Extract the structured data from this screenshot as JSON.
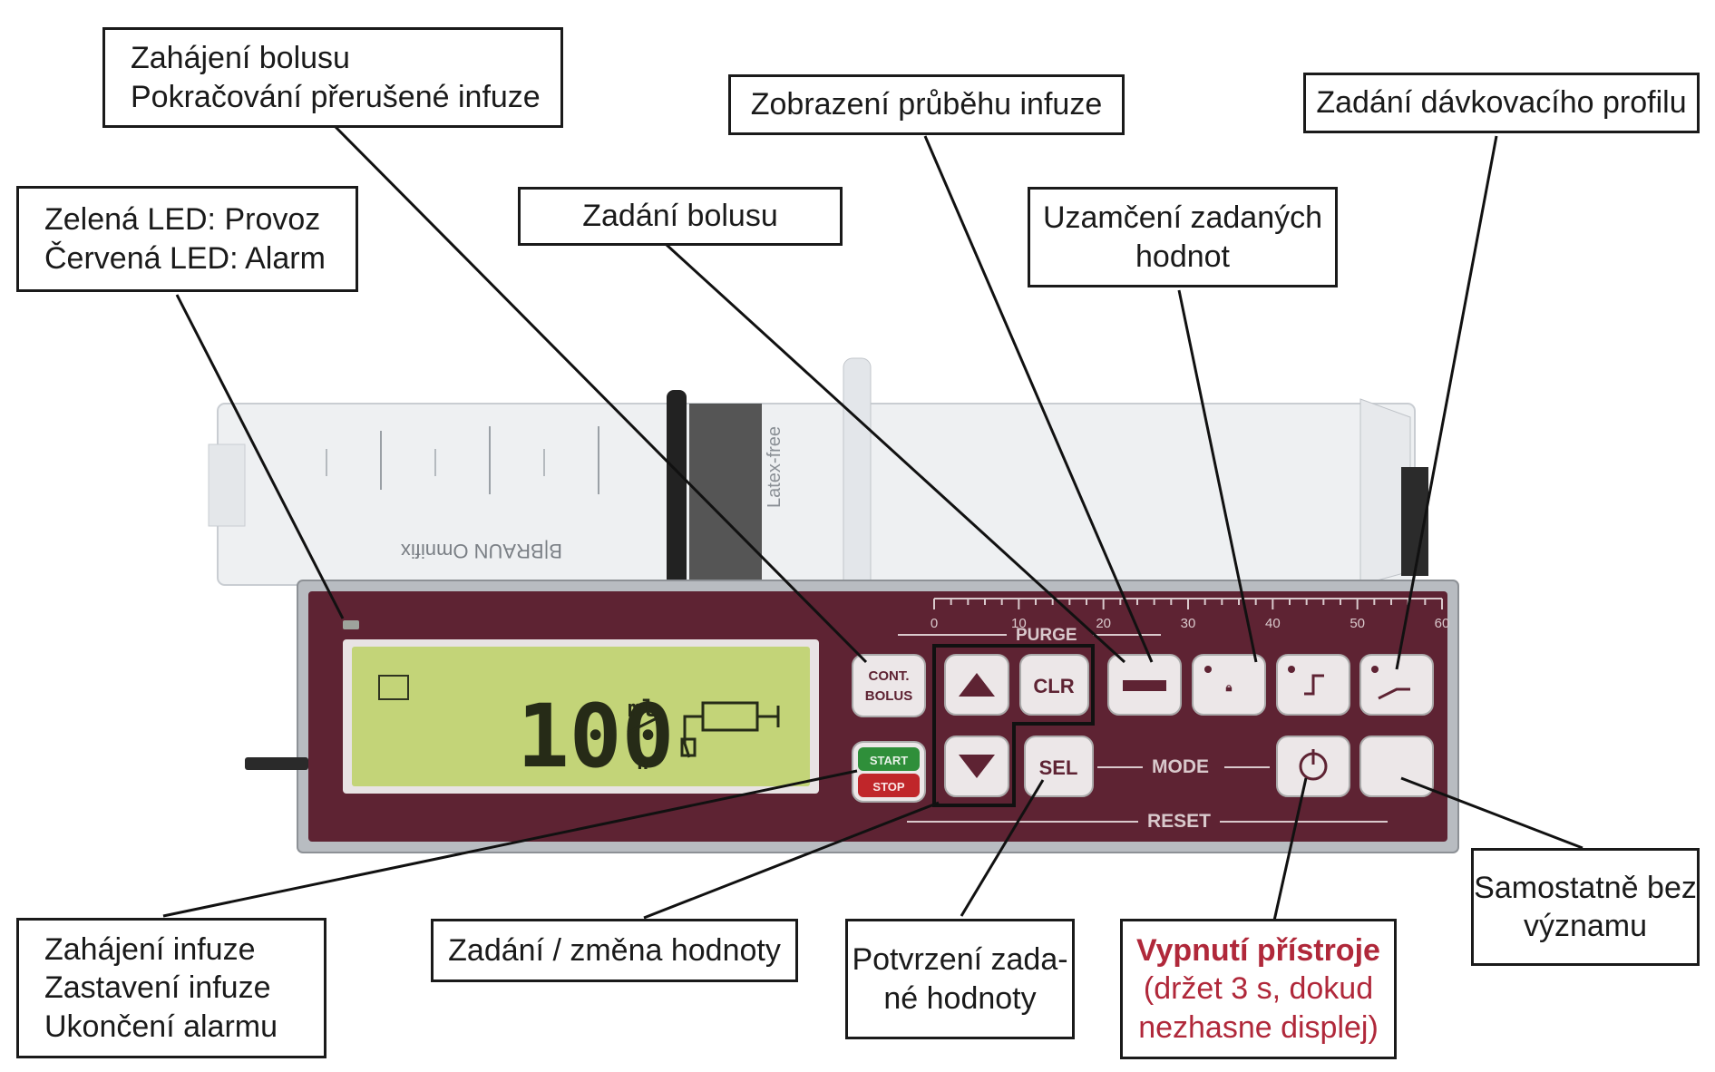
{
  "callouts": {
    "bolus_start": [
      "Zahájení bolusu",
      "Pokračování přerušené infuze"
    ],
    "progress_display": "Zobrazení průběhu infuze",
    "dosing_profile": "Zadání dávkovacího profilu",
    "led_info": [
      "Zelená LED: Provoz",
      "Červená LED: Alarm"
    ],
    "bolus_entry": "Zadání bolusu",
    "lock_values": [
      "Uzamčení zadaných",
      "hodnot"
    ],
    "infusion_control": [
      "Zahájení infuze",
      "Zastavení infuze",
      "Ukončení alarmu"
    ],
    "value_change": "Zadání / změna hodnoty",
    "confirm_value": [
      "Potvrzení zada-",
      "né hodnoty"
    ],
    "power_off": {
      "title": "Vypnutí přístroje",
      "lines": [
        "(držet 3 s, dokud",
        "nezhasne displej)"
      ]
    },
    "no_meaning": [
      "Samostatně bez",
      "významu"
    ]
  },
  "device": {
    "lcd_value": "100",
    "lcd_unit_top": "ml",
    "lcd_unit_bottom": "h",
    "scale_labels": [
      "0",
      "10",
      "20",
      "30",
      "40",
      "50",
      "60"
    ],
    "purge_label": "PURGE",
    "mode_label": "MODE",
    "reset_label": "RESET",
    "keys": {
      "cont_bolus": [
        "CONT.",
        "BOLUS"
      ],
      "clr": "CLR",
      "sel": "SEL",
      "start": "START",
      "stop": "STOP"
    },
    "syringe_text": "B|BRAUN Omnifix",
    "syringe_side_text": "Latex-free"
  },
  "colors": {
    "panel": "#5e2333",
    "lcd": "#c3d478",
    "key": "#ece7e8",
    "start_green": "#2f8f3a",
    "stop_red": "#c0262a",
    "warning_red": "#b0283a"
  }
}
